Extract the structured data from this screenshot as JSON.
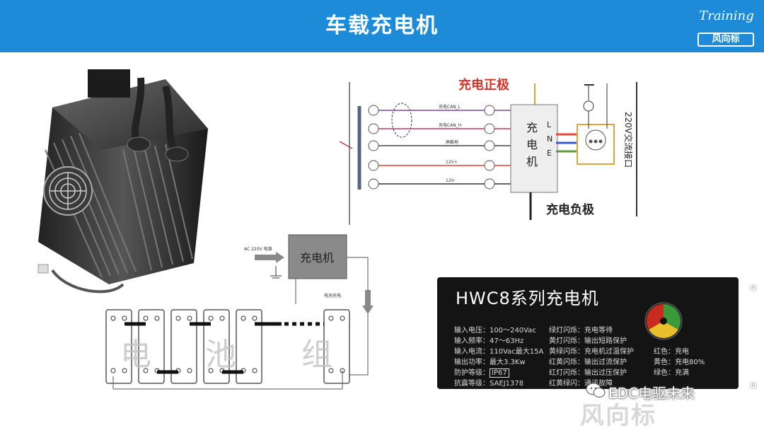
{
  "header": {
    "title": "车载充电机",
    "logo_script": "Training",
    "logo_brand": "风向标"
  },
  "wiring_diagram": {
    "positive_label": "充电正极",
    "negative_label": "充电负极",
    "box_label": [
      "充",
      "电",
      "机"
    ],
    "lne": [
      "L",
      "N",
      "E"
    ],
    "ac_label": "220V交流接口",
    "signals": [
      "充电CAN_L",
      "充电CAN_H",
      "屏蔽地",
      "12V+",
      "12V-"
    ]
  },
  "battery_diagram": {
    "charger_label": "充电机",
    "ac_input": "AC 220V 电源",
    "battery_charge": "电池充电",
    "pack_chars": [
      "电",
      "池",
      "组"
    ]
  },
  "spec_panel": {
    "title": "HWC8系列充电机",
    "specs": [
      {
        "label": "输入电压：",
        "value": "100～240Vac"
      },
      {
        "label": "输入频率：",
        "value": "47～63Hz"
      },
      {
        "label": "输入电流：",
        "value": "110Vac最大15A"
      },
      {
        "label": "输出功率：",
        "value": "最大3.3Kw"
      },
      {
        "label": "防护等级：",
        "value": "IP67"
      },
      {
        "label": "抗震等级：",
        "value": "SAEJ1378"
      }
    ],
    "indicators": [
      {
        "label": "绿灯闪烁：",
        "value": "充电等待"
      },
      {
        "label": "黄灯闪烁：",
        "value": "输出短路保护"
      },
      {
        "label": "黄绿闪烁：",
        "value": "充电机过温保护"
      },
      {
        "label": "红黄闪烁：",
        "value": "输出过流保护"
      },
      {
        "label": "红灯闪烁：",
        "value": "输出过压保护"
      },
      {
        "label": "红黄绿闪：",
        "value": "通讯故障"
      }
    ],
    "legend": [
      {
        "label": "红色：",
        "value": "充电"
      },
      {
        "label": "黄色：",
        "value": "充电80%"
      },
      {
        "label": "绿色：",
        "value": "充满"
      }
    ],
    "dial_colors": [
      "#c82a1e",
      "#e8c12a",
      "#3a9a3a"
    ]
  },
  "watermark": {
    "text": "EDC电驱未来",
    "brand": "风向标",
    "reg": "®"
  }
}
